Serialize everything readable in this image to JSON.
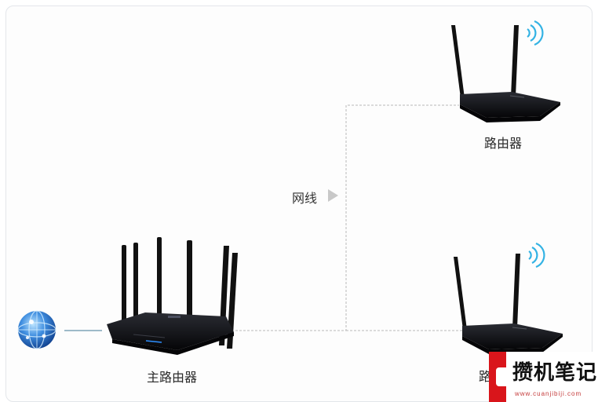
{
  "labels": {
    "main_router": "主路由器",
    "top_router": "路由器",
    "bottom_router": "路由器",
    "cable": "网线"
  },
  "watermark": {
    "title": "攒机笔记",
    "url": "www.cuanjibiji.com"
  },
  "colors": {
    "line": "#b9b9b9",
    "router_body": "#0b0b10",
    "globe": "#2f74c9",
    "wifi": "#34b3e4",
    "brand_red": "#d9151b"
  },
  "icons": [
    "globe-icon",
    "main-router-image",
    "router-image",
    "wifi-signal-icon",
    "arrow-right-icon",
    "watermark-logo"
  ]
}
